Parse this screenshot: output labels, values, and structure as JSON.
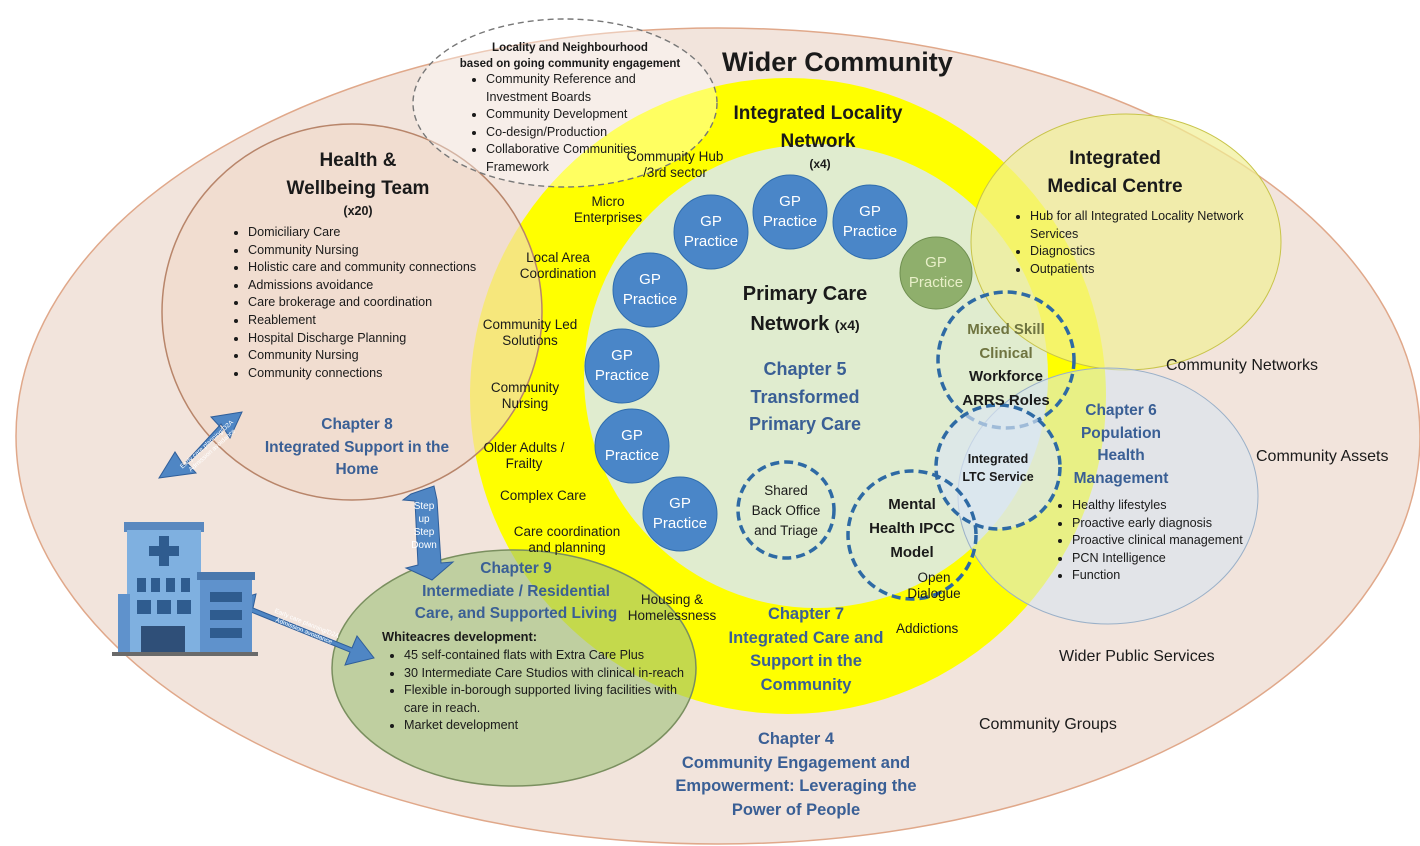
{
  "outer": {
    "title": "Wider Community",
    "labels": [
      "Community Networks",
      "Community Assets",
      "Wider Public Services",
      "Community Groups"
    ],
    "chapter4": {
      "chapter": "Chapter 4",
      "lines": [
        "Community Engagement and",
        "Empowerment: Leveraging the",
        "Power of People"
      ]
    }
  },
  "locality_bubble": {
    "title_lines": [
      "Locality and Neighbourhood",
      "based on going community engagement"
    ],
    "items": [
      "Community Reference and Investment Boards",
      "Community Development",
      "Co-design/Production",
      "Collaborative Communities Framework"
    ]
  },
  "integrated_locality_network": {
    "title_lines": [
      "Integrated Locality",
      "Network"
    ],
    "count": "(x4)",
    "services": [
      "Community Hub /3rd sector",
      "Micro Enterprises",
      "Local Area Coordination",
      "Community Led Solutions",
      "Community Nursing",
      "Older Adults / Frailty",
      "Complex Care",
      "Care coordination and planning",
      "Housing & Homelessness",
      "Open Dialogue",
      "Addictions"
    ],
    "chapter7": {
      "chapter": "Chapter 7",
      "lines": [
        "Integrated Care and",
        "Support in the",
        "Community"
      ]
    }
  },
  "primary_care_network": {
    "title_line1": "Primary Care",
    "title_line2": "Network",
    "count": "(x4)",
    "chapter5": {
      "chapter": "Chapter 5",
      "lines": [
        "Transformed",
        "Primary Care"
      ]
    },
    "gp_practice_label": [
      "GP",
      "Practice"
    ],
    "shared_back_office": [
      "Shared",
      "Back Office",
      "and Triage"
    ]
  },
  "health_wellbeing_team": {
    "title_lines": [
      "Health &",
      "Wellbeing Team"
    ],
    "count": "(x20)",
    "items": [
      "Domiciliary Care",
      "Community Nursing",
      "Holistic care and community connections",
      "Admissions avoidance",
      "Care brokerage and coordination",
      "Reablement",
      "Hospital Discharge Planning",
      "Community Nursing",
      "Community connections"
    ],
    "chapter8": {
      "chapter": "Chapter 8",
      "lines": [
        "Integrated Support in the",
        "Home"
      ]
    }
  },
  "integrated_medical_centre": {
    "title_lines": [
      "Integrated",
      "Medical Centre"
    ],
    "items": [
      "Hub for all Integrated Locality Network Services",
      "Diagnostics",
      "Outpatients"
    ]
  },
  "mixed_skill": {
    "faded_lines": [
      "Mixed Skill",
      "Clinical"
    ],
    "lines": [
      "Workforce",
      "ARRS Roles"
    ]
  },
  "integrated_ltc": {
    "lines": [
      "Integrated",
      "LTC Service"
    ]
  },
  "mental_health": {
    "lines": [
      "Mental",
      "Health IPCC",
      "Model"
    ]
  },
  "population_health": {
    "chapter6": {
      "chapter": "Chapter 6",
      "lines": [
        "Population",
        "Health",
        "Management"
      ]
    },
    "items": [
      "Healthy lifestyles",
      "Proactive early diagnosis",
      "Proactive clinical management",
      "PCN Intelligence",
      "Function"
    ]
  },
  "intermediate_care": {
    "chapter9": {
      "chapter": "Chapter 9",
      "lines": [
        "Intermediate / Residential",
        "Care, and Supported Living"
      ]
    },
    "subheading": "Whiteacres development:",
    "items": [
      "45 self-contained flats with Extra Care Plus",
      "30 Intermediate Care Studios with clinical in-reach",
      "Flexible in-borough supported living facilities with care in reach.",
      "Market development"
    ]
  },
  "arrows": {
    "step": [
      "Step",
      "up",
      "Step",
      "Down"
    ],
    "early_care": [
      "Early care planning/D2A",
      "Admission avoidance"
    ]
  },
  "colors": {
    "outer_fill": "#f2e4dc",
    "yellow": "#ffff00",
    "primary_fill": "#e0eccf",
    "gp_fill": "#4a86c8",
    "hwt_fill": "#f1d8c8",
    "green_fill": "#9fc27a",
    "blue_fill": "#d5e3f2",
    "chapter_blue": "#3a5f95"
  },
  "icons": [
    "hospital-icon",
    "double-arrow-icon"
  ]
}
